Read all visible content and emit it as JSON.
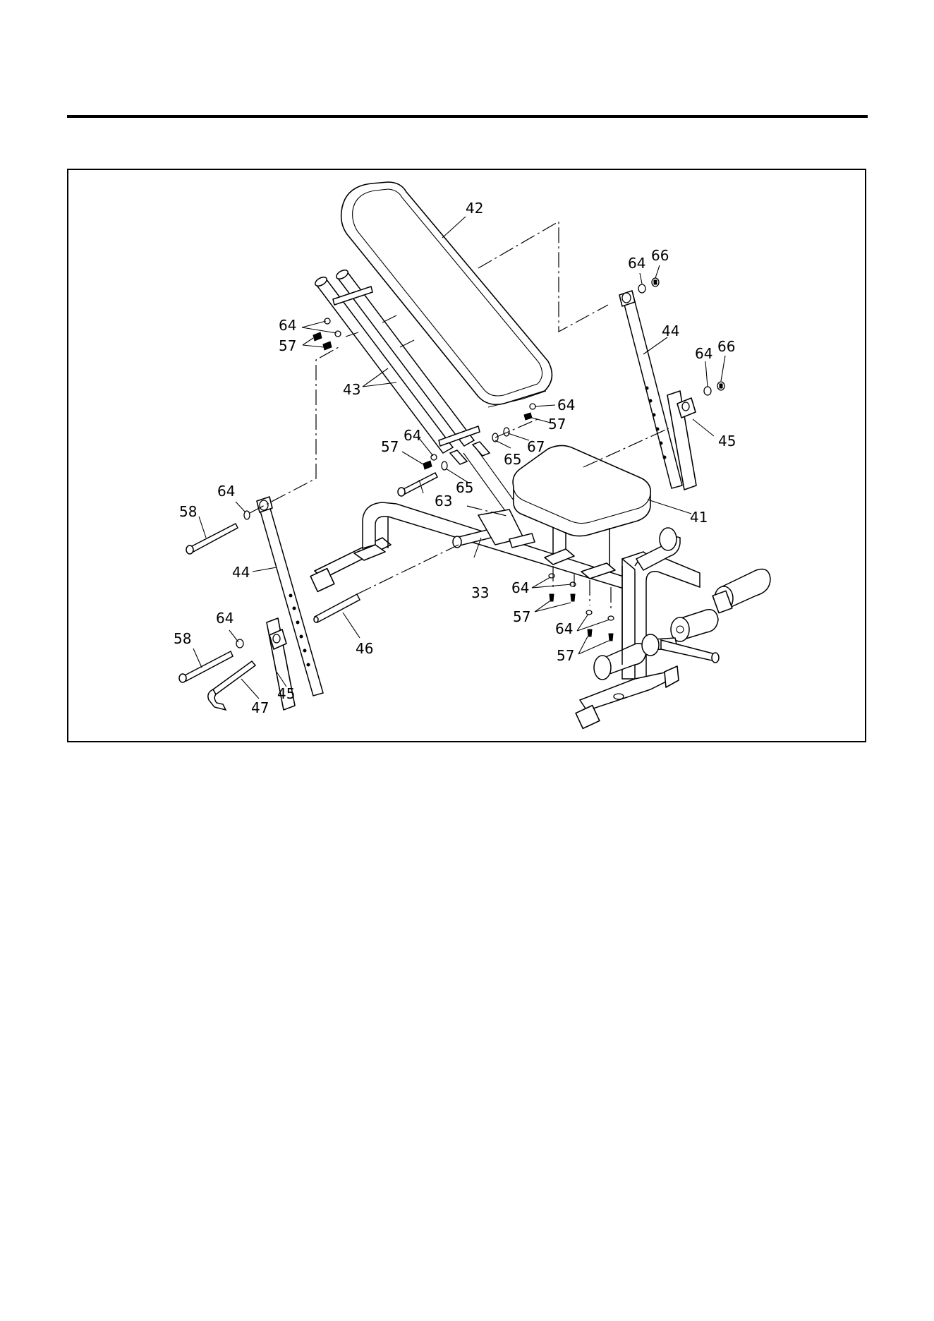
{
  "figure": {
    "callouts": [
      {
        "id": "c42",
        "label": "42"
      },
      {
        "id": "c64a",
        "label": "64"
      },
      {
        "id": "c66a",
        "label": "66"
      },
      {
        "id": "c44a",
        "label": "44"
      },
      {
        "id": "c64b",
        "label": "64"
      },
      {
        "id": "c66b",
        "label": "66"
      },
      {
        "id": "c64c",
        "label": "64"
      },
      {
        "id": "c57a",
        "label": "57"
      },
      {
        "id": "c43",
        "label": "43"
      },
      {
        "id": "c64d",
        "label": "64"
      },
      {
        "id": "c57b",
        "label": "57"
      },
      {
        "id": "c45a",
        "label": "45"
      },
      {
        "id": "c57c",
        "label": "57"
      },
      {
        "id": "c64e",
        "label": "64"
      },
      {
        "id": "c67",
        "label": "67"
      },
      {
        "id": "c65a",
        "label": "65"
      },
      {
        "id": "c65b",
        "label": "65"
      },
      {
        "id": "c63",
        "label": "63"
      },
      {
        "id": "c64f",
        "label": "64"
      },
      {
        "id": "c58a",
        "label": "58"
      },
      {
        "id": "c41",
        "label": "41"
      },
      {
        "id": "c44b",
        "label": "44"
      },
      {
        "id": "c33",
        "label": "33"
      },
      {
        "id": "c64g",
        "label": "64"
      },
      {
        "id": "c57d",
        "label": "57"
      },
      {
        "id": "c64h",
        "label": "64"
      },
      {
        "id": "c46",
        "label": "46"
      },
      {
        "id": "c64i",
        "label": "64"
      },
      {
        "id": "c57e",
        "label": "57"
      },
      {
        "id": "c58b",
        "label": "58"
      },
      {
        "id": "c45b",
        "label": "45"
      },
      {
        "id": "c47",
        "label": "47"
      }
    ]
  }
}
